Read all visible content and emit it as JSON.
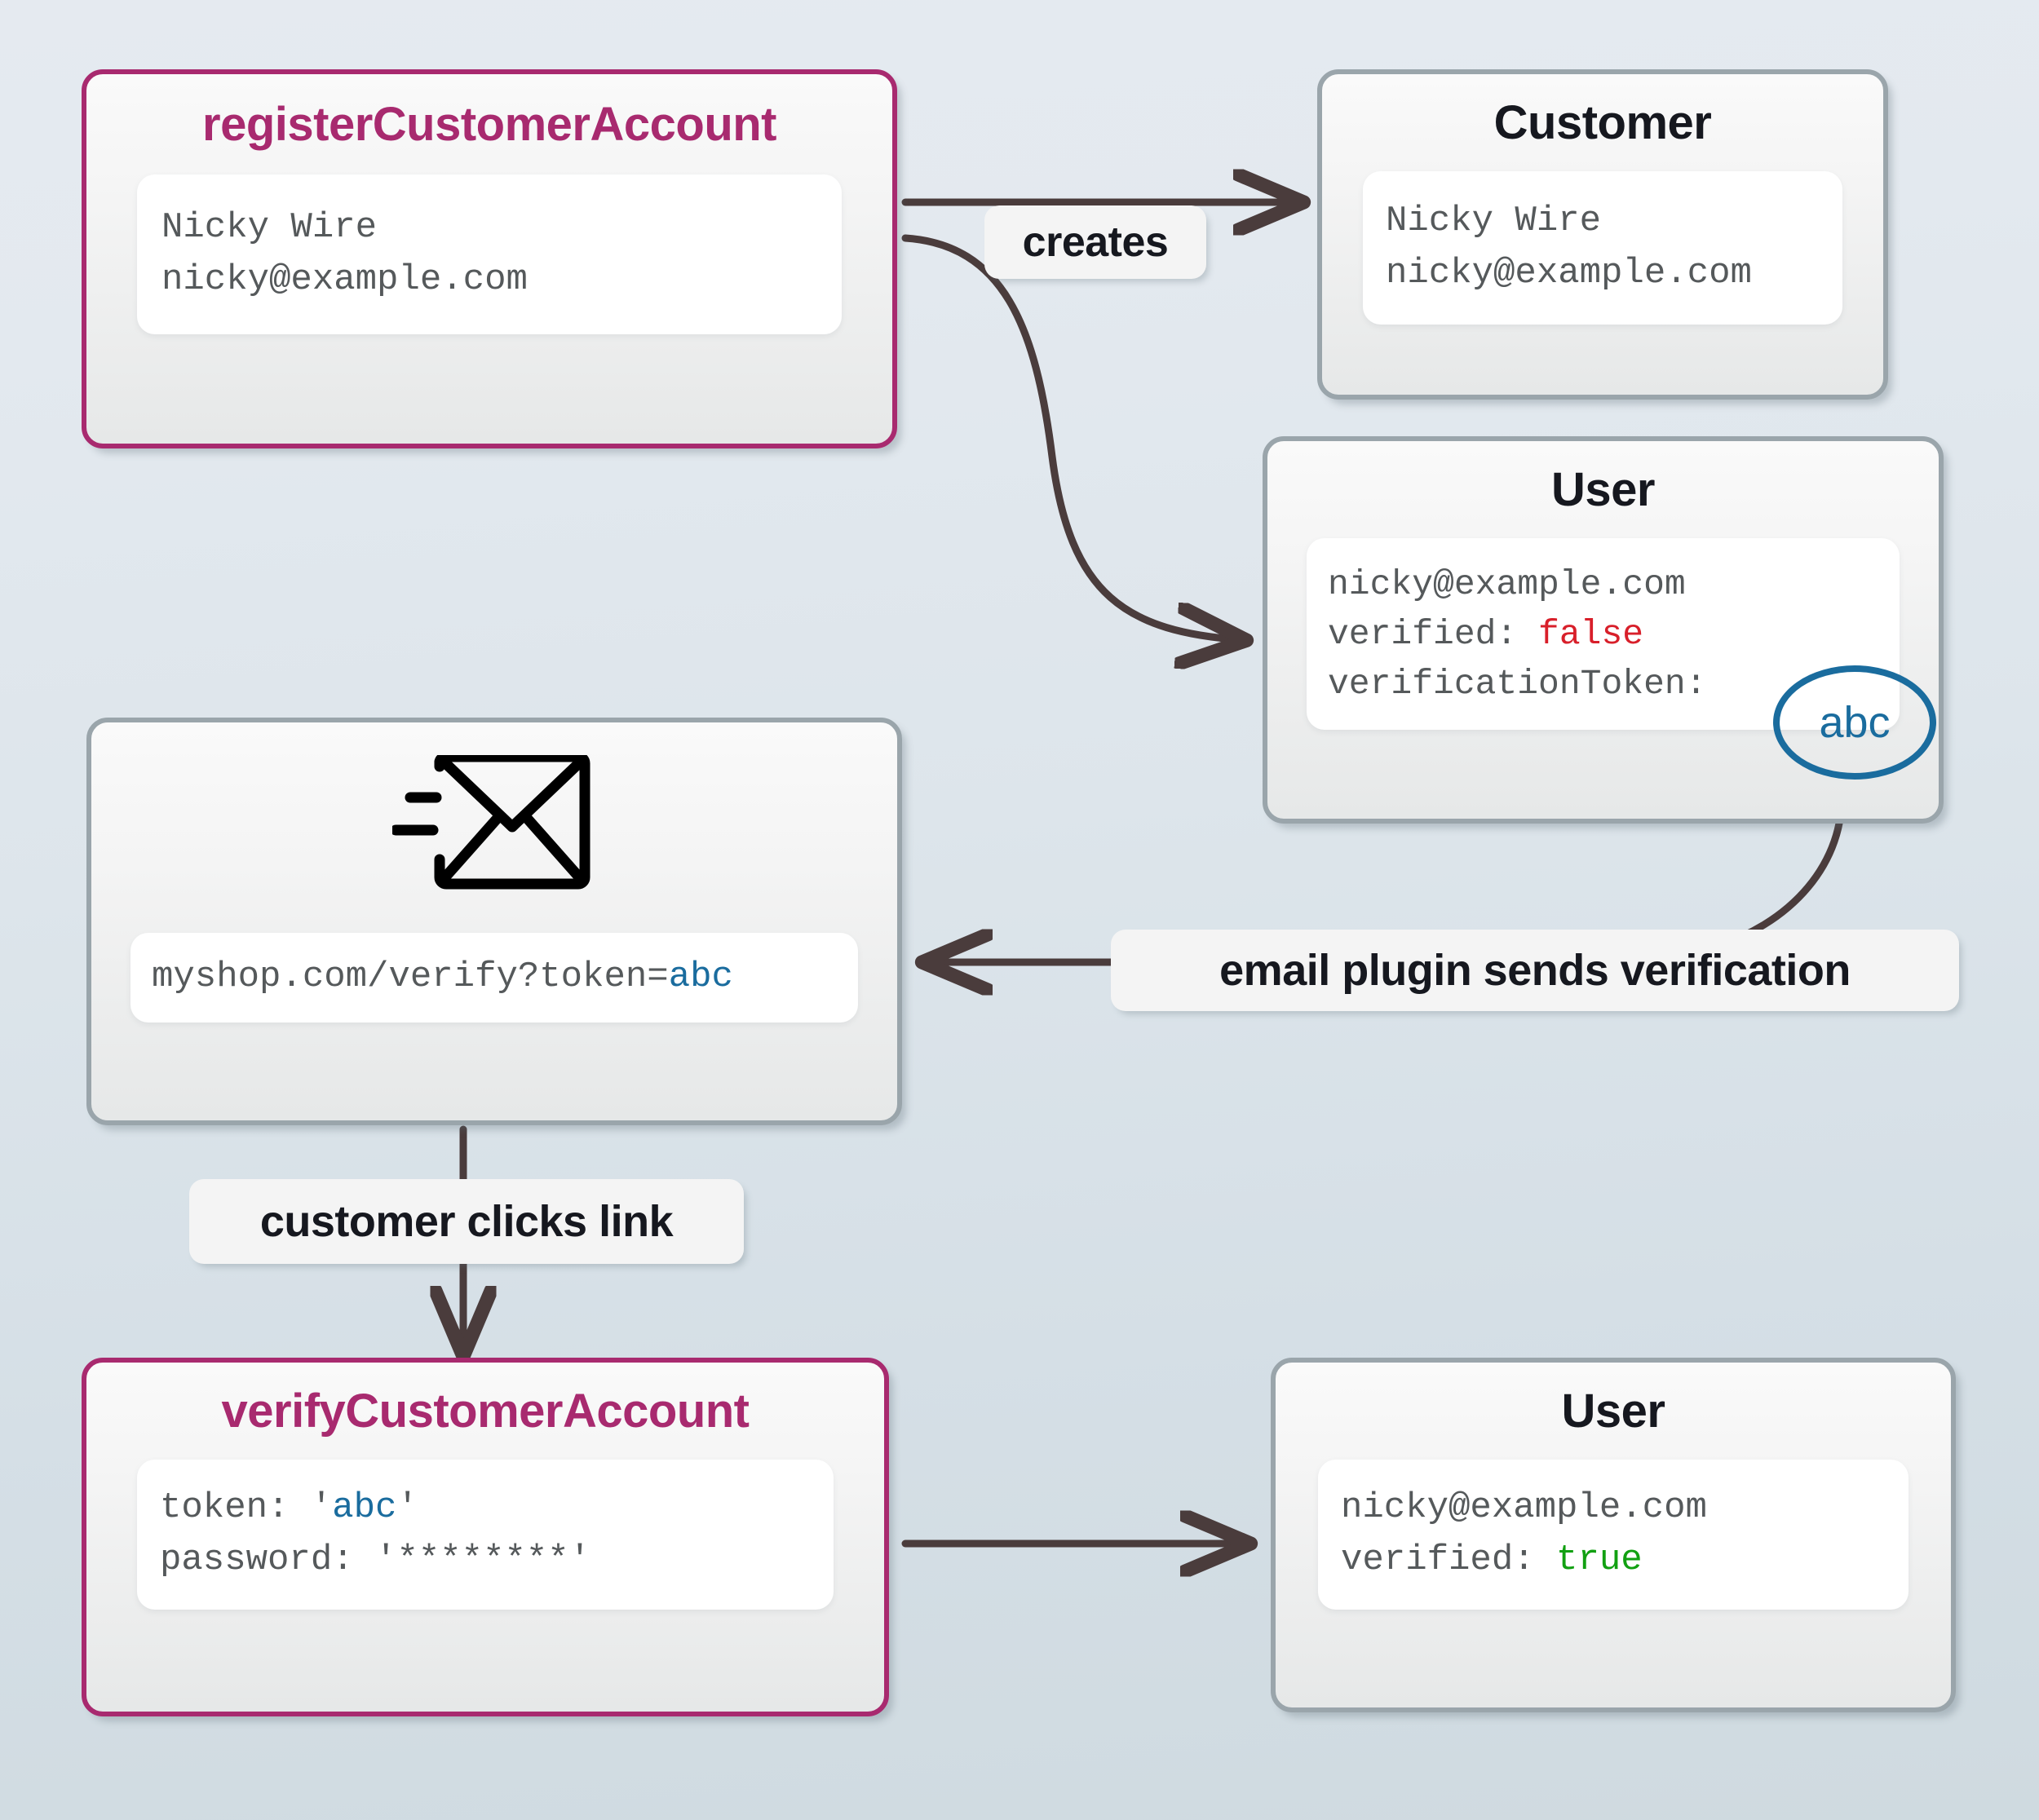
{
  "diagram": {
    "title_hidden": "",
    "colors": {
      "accent_magenta": "#a82a6f",
      "node_border_grey": "#9aa5ab",
      "edge_stroke": "#4a3c3c",
      "value_false": "#d81f2a",
      "value_true": "#12a012",
      "token_blue": "#1a6c9e",
      "background_top": "#e5eaf0",
      "background_bottom": "#cfdae0"
    }
  },
  "nodes": {
    "register_mutation": {
      "title": "registerCustomerAccount",
      "fields": [
        {
          "text": "Nicky Wire"
        },
        {
          "text": "nicky@example.com"
        }
      ]
    },
    "customer_entity": {
      "title": "Customer",
      "fields": [
        {
          "text": "Nicky Wire"
        },
        {
          "text": "nicky@example.com"
        }
      ]
    },
    "user_unverified": {
      "title": "User",
      "fields": [
        {
          "label": "nicky@example.com",
          "value": ""
        },
        {
          "label": "verified: ",
          "value": "false",
          "value_state": "false"
        },
        {
          "label": "verificationToken:",
          "value": "",
          "value_state": "token"
        }
      ],
      "token_badge": "abc"
    },
    "email_message": {
      "icon": "send-email-envelope-icon",
      "link_prefix": "myshop.com/verify?token=",
      "link_token": "abc"
    },
    "verify_mutation": {
      "title": "verifyCustomerAccount",
      "fields": [
        {
          "label": "token: ",
          "quote_open": "'",
          "value": "abc",
          "quote_close": "'"
        },
        {
          "label": "password: ",
          "quote_open": "'",
          "value": "********",
          "quote_close": "'"
        }
      ]
    },
    "user_verified": {
      "title": "User",
      "fields": [
        {
          "label": "nicky@example.com",
          "value": ""
        },
        {
          "label": "verified: ",
          "value": "true",
          "value_state": "true"
        }
      ]
    }
  },
  "edges": {
    "creates": {
      "label": "creates"
    },
    "email_plugin": {
      "label": "email plugin sends verification"
    },
    "clicks_link": {
      "label": "customer clicks link"
    },
    "verify_to_user": {
      "label": ""
    }
  }
}
